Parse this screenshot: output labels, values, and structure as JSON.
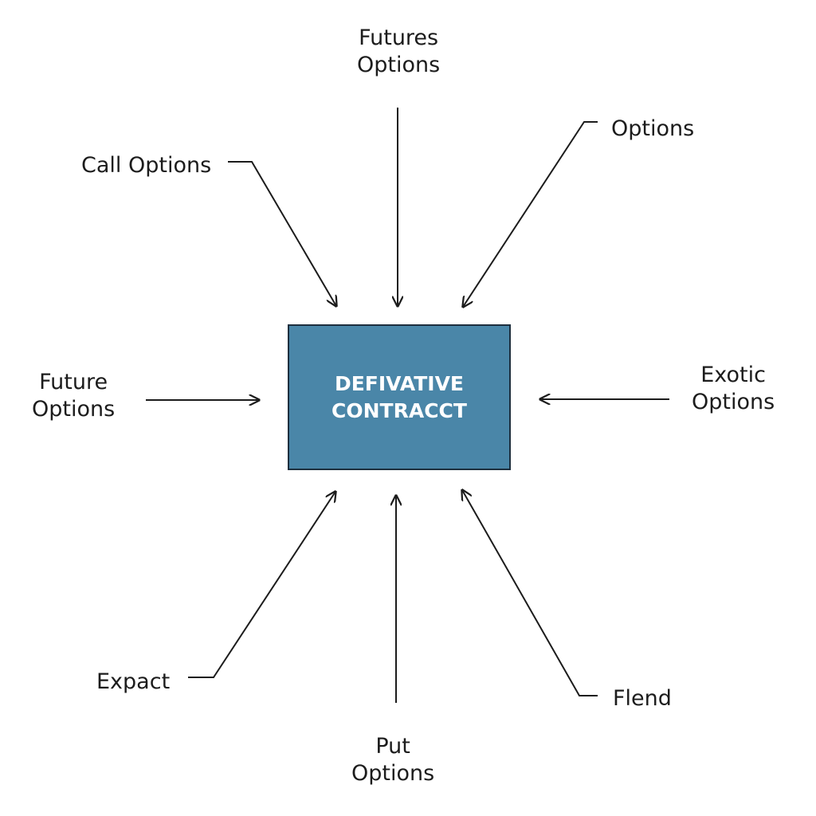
{
  "center": {
    "lines": [
      "DEFIVATIVE",
      "CONTRACCT"
    ],
    "fill": "#4a86a8",
    "text_color": "#ffffff"
  },
  "nodes": {
    "futures_options": {
      "lines": [
        "Futures",
        "Options"
      ]
    },
    "options": {
      "lines": [
        "Options"
      ]
    },
    "call_options": {
      "lines": [
        "Call Options"
      ]
    },
    "future_options": {
      "lines": [
        "Future",
        "Options"
      ]
    },
    "exotic_options": {
      "lines": [
        "Exotic",
        "Options"
      ]
    },
    "expact": {
      "lines": [
        "Expact"
      ]
    },
    "put_options": {
      "lines": [
        "Put",
        "Options"
      ]
    },
    "flend": {
      "lines": [
        "Flend"
      ]
    }
  },
  "line_color": "#1c1c1c"
}
